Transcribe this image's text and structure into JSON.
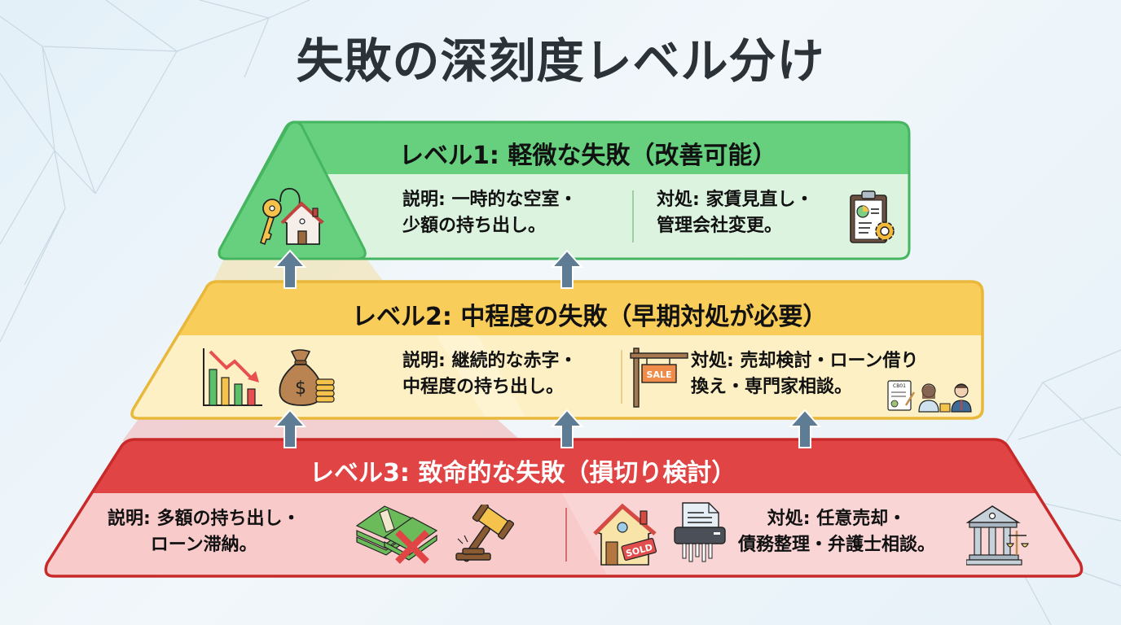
{
  "title": "失敗の深刻度レベル分け",
  "colors": {
    "level1_head": "#66d07f",
    "level1_body": "#dcf3df",
    "level1_border": "#46b560",
    "level2_head": "#f9cd59",
    "level2_body": "#fdf0c4",
    "level2_border": "#e9b73a",
    "level3_head": "#e04444",
    "level3_body": "#f9caca",
    "level3_border": "#c82a2a",
    "arrow": "#5e7d95",
    "title": "#2b3238"
  },
  "levels": [
    {
      "id": "level1",
      "heading": "レベル1: 軽微な失敗（改善可能）",
      "description": {
        "line1": "説明: 一時的な空室・",
        "line2": "少額の持ち出し。"
      },
      "action": {
        "line1": "対処: 家賃見直し・",
        "line2": "管理会社変更。"
      },
      "icons": [
        "key-house-icon",
        "clipboard-gear-icon"
      ]
    },
    {
      "id": "level2",
      "heading": "レベル2: 中程度の失敗（早期対処が必要）",
      "description": {
        "line1": "説明: 継続的な赤字・",
        "line2": "中程度の持ち出し。"
      },
      "action": {
        "line1": "対処: 売却検討・ローン借り",
        "line2": "換え・専門家相談。"
      },
      "icons": [
        "declining-chart-icon",
        "money-bag-icon",
        "sale-sign-icon",
        "contract-consultants-icon"
      ],
      "sale_sign_text": "SALE",
      "contract_text": "CB01"
    },
    {
      "id": "level3",
      "heading": "レベル3: 致命的な失敗（損切り検討）",
      "description": {
        "line1": "説明: 多額の持ち出し・",
        "line2": "ローン滞納。"
      },
      "action": {
        "line1": "対処: 任意売却・",
        "line2": "債務整理・弁護士相談。"
      },
      "icons": [
        "cash-cross-icon",
        "gavel-icon",
        "sold-house-icon",
        "shredder-icon",
        "courthouse-scales-icon"
      ],
      "sold_sign_text": "SOLD"
    }
  ]
}
